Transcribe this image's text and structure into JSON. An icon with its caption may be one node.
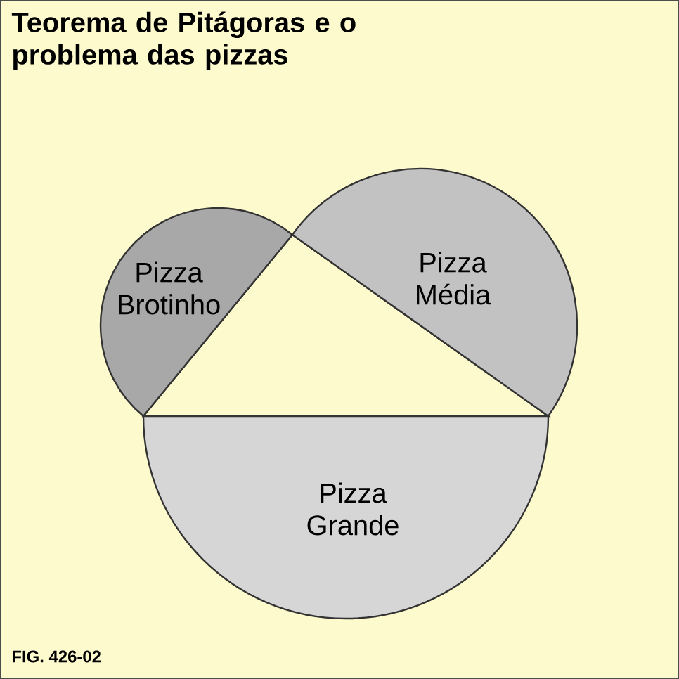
{
  "diagram": {
    "title": "Teorema de Pitágoras e o problema das pizzas",
    "nodes": [
      {
        "text": [
          "Pizza Brotinho"
        ]
      },
      {
        "text": [
          "Pizza Média"
        ]
      },
      {
        "text": [
          "Pizza Grande"
        ]
      },
      {
        "text": [],
        "shape": "triangle"
      }
    ],
    "labels": [
      "FIG. 426-02"
    ]
  }
}
